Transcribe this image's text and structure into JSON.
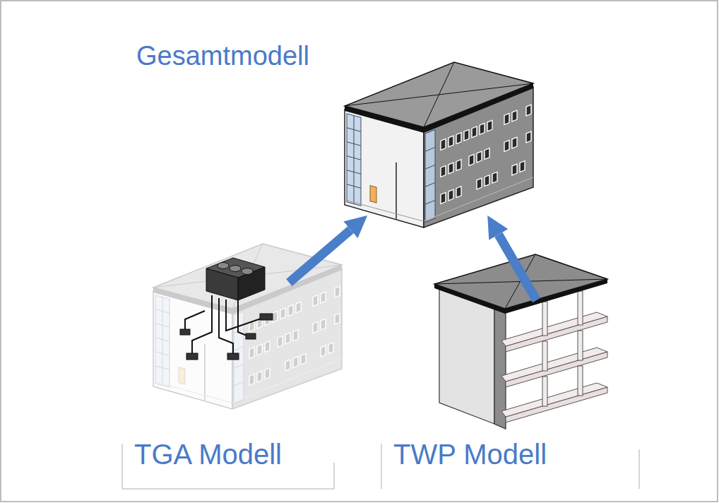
{
  "diagram": {
    "nodes": [
      {
        "text": [
          "Gesamtmodell"
        ]
      },
      {
        "text": [
          "TGA Modell"
        ]
      },
      {
        "text": [
          "TWP Modell"
        ]
      }
    ],
    "edges": [
      {
        "from": 1,
        "to": 0,
        "arrow": "to"
      },
      {
        "from": 2,
        "to": 0,
        "arrow": "to"
      }
    ]
  }
}
